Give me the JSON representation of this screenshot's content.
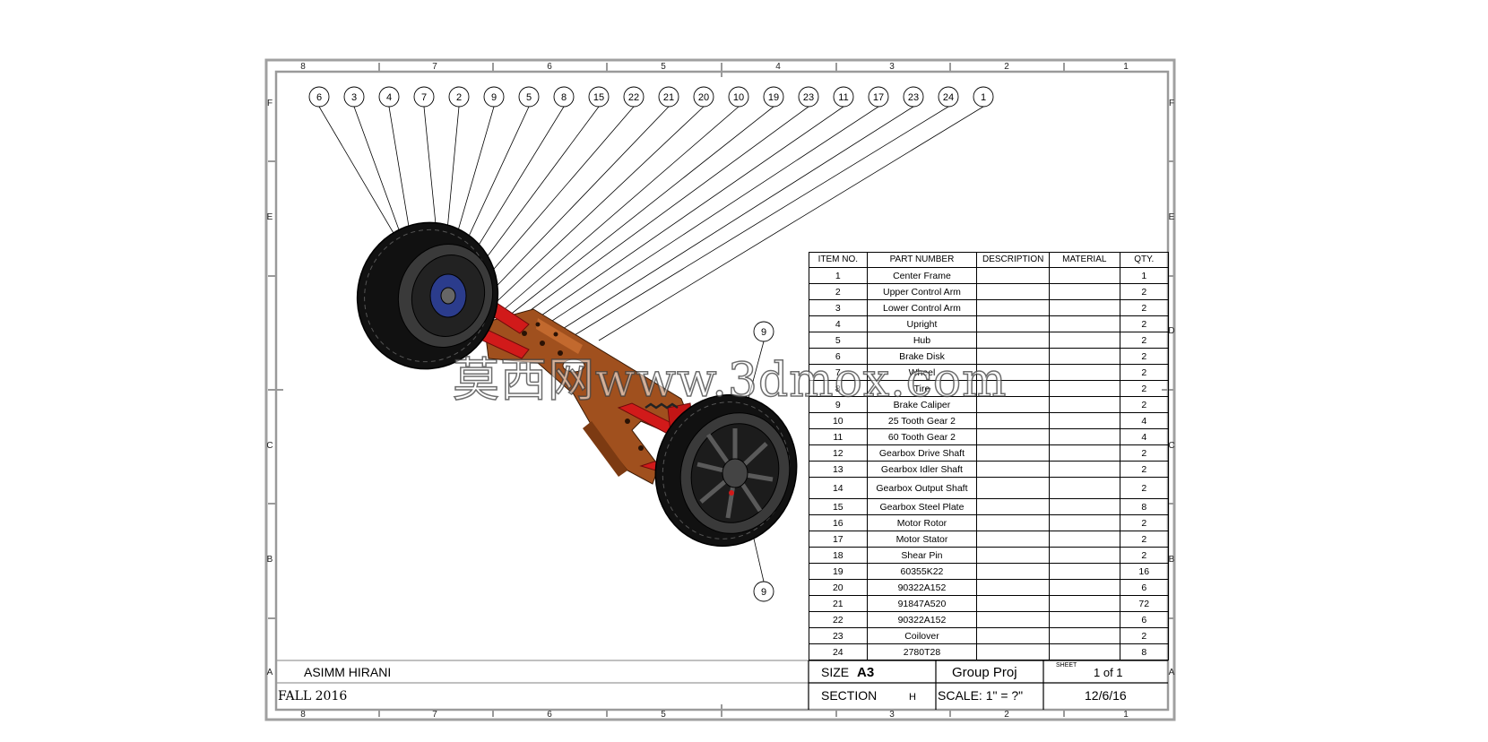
{
  "zones": {
    "columns": [
      "8",
      "7",
      "6",
      "5",
      "4",
      "3",
      "2",
      "1"
    ],
    "bottom_columns": [
      "8",
      "7",
      "6",
      "5",
      "3",
      "2",
      "1"
    ],
    "rows_left": [
      "F",
      "E",
      "C",
      "B",
      "A"
    ],
    "rows_right": [
      "F",
      "E",
      "D",
      "C",
      "B",
      "A"
    ]
  },
  "balloons": {
    "top": [
      "6",
      "3",
      "4",
      "7",
      "2",
      "9",
      "5",
      "8",
      "15",
      "22",
      "21",
      "20",
      "10",
      "19",
      "23",
      "11",
      "17",
      "23",
      "24",
      "1"
    ],
    "upper_right": "9",
    "lower_right": "9"
  },
  "bom": {
    "headers": [
      "ITEM NO.",
      "PART NUMBER",
      "DESCRIPTION",
      "MATERIAL",
      "QTY."
    ],
    "rows": [
      {
        "item": "1",
        "part": "Center Frame",
        "desc": "",
        "material": "",
        "qty": "1"
      },
      {
        "item": "2",
        "part": "Upper Control Arm",
        "desc": "",
        "material": "",
        "qty": "2"
      },
      {
        "item": "3",
        "part": "Lower Control Arm",
        "desc": "",
        "material": "",
        "qty": "2"
      },
      {
        "item": "4",
        "part": "Upright",
        "desc": "",
        "material": "",
        "qty": "2"
      },
      {
        "item": "5",
        "part": "Hub",
        "desc": "",
        "material": "",
        "qty": "2"
      },
      {
        "item": "6",
        "part": "Brake Disk",
        "desc": "",
        "material": "",
        "qty": "2"
      },
      {
        "item": "7",
        "part": "Wheel",
        "desc": "",
        "material": "",
        "qty": "2"
      },
      {
        "item": "8",
        "part": "Tire",
        "desc": "",
        "material": "",
        "qty": "2"
      },
      {
        "item": "9",
        "part": "Brake Caliper",
        "desc": "",
        "material": "",
        "qty": "2"
      },
      {
        "item": "10",
        "part": "25 Tooth Gear 2",
        "desc": "",
        "material": "",
        "qty": "4"
      },
      {
        "item": "11",
        "part": "60 Tooth Gear 2",
        "desc": "",
        "material": "",
        "qty": "4"
      },
      {
        "item": "12",
        "part": "Gearbox Drive Shaft",
        "desc": "",
        "material": "",
        "qty": "2"
      },
      {
        "item": "13",
        "part": "Gearbox Idler Shaft",
        "desc": "",
        "material": "",
        "qty": "2"
      },
      {
        "item": "14",
        "part": "Gearbox Output Shaft",
        "desc": "",
        "material": "",
        "qty": "2"
      },
      {
        "item": "15",
        "part": "Gearbox Steel Plate",
        "desc": "",
        "material": "",
        "qty": "8"
      },
      {
        "item": "16",
        "part": "Motor Rotor",
        "desc": "",
        "material": "",
        "qty": "2"
      },
      {
        "item": "17",
        "part": "Motor Stator",
        "desc": "",
        "material": "",
        "qty": "2"
      },
      {
        "item": "18",
        "part": "Shear Pin",
        "desc": "",
        "material": "",
        "qty": "2"
      },
      {
        "item": "19",
        "part": "60355K22",
        "desc": "",
        "material": "",
        "qty": "16"
      },
      {
        "item": "20",
        "part": "90322A152",
        "desc": "",
        "material": "",
        "qty": "6"
      },
      {
        "item": "21",
        "part": "91847A520",
        "desc": "",
        "material": "",
        "qty": "72"
      },
      {
        "item": "22",
        "part": "90322A152",
        "desc": "",
        "material": "",
        "qty": "6"
      },
      {
        "item": "23",
        "part": "Coilover",
        "desc": "",
        "material": "",
        "qty": "2"
      },
      {
        "item": "24",
        "part": "2780T28",
        "desc": "",
        "material": "",
        "qty": "8"
      }
    ]
  },
  "title_block": {
    "author": "ASIMM HIRANI",
    "term": "FALL 2016",
    "size_label": "SIZE",
    "size_value": "A3",
    "title": "Group Proj",
    "sheet_label": "SHEET",
    "sheet_value": "1 of 1",
    "section_label": "SECTION",
    "section_value": "H",
    "scale": "SCALE: 1\" = ?\"",
    "date": "12/6/16"
  },
  "watermark": "莫西网www.3dmox.com",
  "colors": {
    "frame": "#a0a0a0",
    "tire": "#111111",
    "rim": "#3a3a3a",
    "arm": "#d11a1a",
    "center_frame": "#a0501e",
    "coil": "#2b3c8c"
  }
}
